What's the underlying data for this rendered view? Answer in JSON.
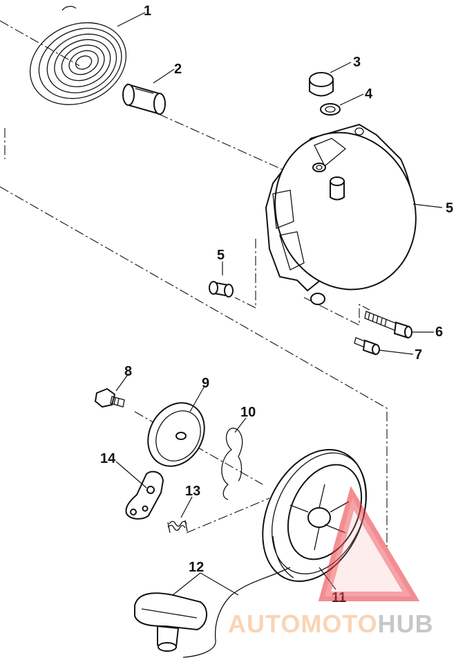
{
  "callouts": {
    "c1": "1",
    "c2": "2",
    "c3": "3",
    "c4": "4",
    "c5a": "5",
    "c5b": "5",
    "c6": "6",
    "c7": "7",
    "c8": "8",
    "c9": "9",
    "c10": "10",
    "c11": "11",
    "c12": "12",
    "c13": "13",
    "c14": "14"
  },
  "watermark": {
    "part1": "AUTOMOTO",
    "part2": "HUB",
    "color_primary": "#f5b27a",
    "color_secondary": "#9a9a9a",
    "triangle_color": "#e8333a"
  }
}
